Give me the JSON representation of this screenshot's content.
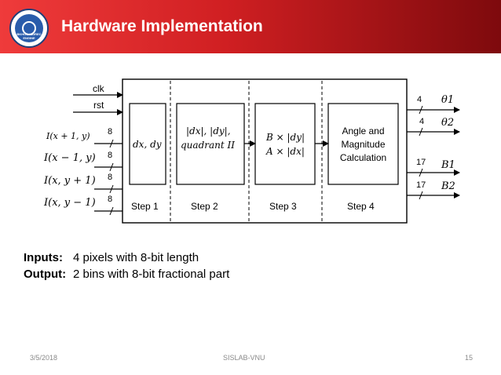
{
  "header": {
    "title": "Hardware Implementation",
    "logo_text": "BKHOC ICDREC ENGINE"
  },
  "diagram": {
    "control_signals": [
      "clk",
      "rst"
    ],
    "inputs": [
      {
        "label": "I(x + 1, y)",
        "width": "8"
      },
      {
        "label": "I(x − 1, y)",
        "width": "8"
      },
      {
        "label": "I(x, y + 1)",
        "width": "8"
      },
      {
        "label": "I(x, y − 1)",
        "width": "8"
      }
    ],
    "stages": [
      {
        "step": "Step 1",
        "content": "dx, dy"
      },
      {
        "step": "Step 2",
        "content_line1": "|dx|, |dy|,",
        "content_line2": "quadrant II"
      },
      {
        "step": "Step 3",
        "content_line1": "B × |dy|",
        "content_line2": "A × |dx|"
      },
      {
        "step": "Step 4",
        "content_line1": "Angle and",
        "content_line2": "Magnitude",
        "content_line3": "Calculation"
      }
    ],
    "outputs": [
      {
        "label": "θ1",
        "width": "4"
      },
      {
        "label": "θ2",
        "width": "4"
      },
      {
        "label": "B1",
        "width": "17"
      },
      {
        "label": "B2",
        "width": "17"
      }
    ]
  },
  "summary": {
    "inputs_label": "Inputs:",
    "inputs_text": "4 pixels with 8-bit length",
    "output_label": "Output:",
    "output_text": "2 bins with 8-bit fractional part"
  },
  "footer": {
    "date": "3/5/2018",
    "center": "SISLAB-VNU",
    "page": "15"
  }
}
